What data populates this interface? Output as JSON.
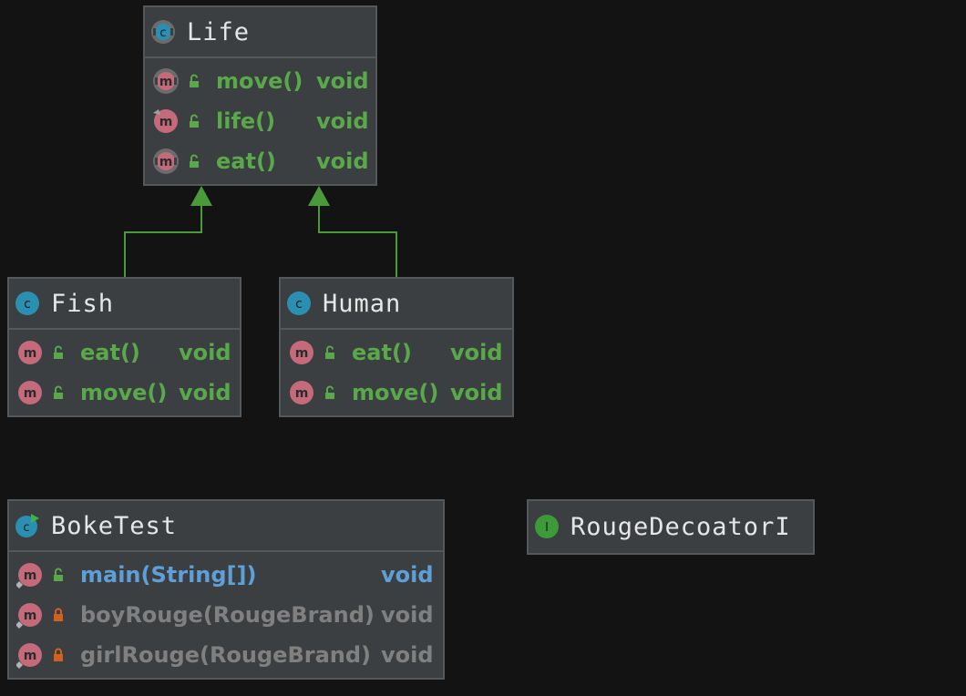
{
  "colors": {
    "background": "#131314",
    "box_fill": "#3c3f41",
    "box_border": "#55585a",
    "class_icon": "#2a8fb0",
    "interface_icon": "#3d9a38",
    "method_icon": "#c46a7a",
    "public_text": "#59a84a",
    "private_text": "#808080",
    "static_text": "#5f9fd8",
    "lock_private": "#d0611f",
    "edge": "#4a9a3a"
  },
  "classes": {
    "life": {
      "name": "Life",
      "kind": "abstract-class-icon",
      "members": [
        {
          "name": "move()",
          "type": "void",
          "visibility": "public",
          "icon": "abstract-method-icon"
        },
        {
          "name": "life()",
          "type": "void",
          "visibility": "public",
          "icon": "method-icon"
        },
        {
          "name": "eat()",
          "type": "void",
          "visibility": "public",
          "icon": "abstract-method-icon"
        }
      ]
    },
    "fish": {
      "name": "Fish",
      "kind": "class-icon",
      "members": [
        {
          "name": "eat()",
          "type": "void",
          "visibility": "public",
          "icon": "method-icon"
        },
        {
          "name": "move()",
          "type": "void",
          "visibility": "public",
          "icon": "method-icon"
        }
      ]
    },
    "human": {
      "name": "Human",
      "kind": "class-icon",
      "members": [
        {
          "name": "eat()",
          "type": "void",
          "visibility": "public",
          "icon": "method-icon"
        },
        {
          "name": "move()",
          "type": "void",
          "visibility": "public",
          "icon": "method-icon"
        }
      ]
    },
    "boketest": {
      "name": "BokeTest",
      "kind": "runnable-class-icon",
      "members": [
        {
          "name": "main(String[])",
          "type": "void",
          "visibility": "public",
          "icon": "static-method-icon"
        },
        {
          "name": "boyRouge(RougeBrand)",
          "type": "void",
          "visibility": "private",
          "icon": "static-method-icon"
        },
        {
          "name": "girlRouge(RougeBrand)",
          "type": "void",
          "visibility": "private",
          "icon": "static-method-icon"
        }
      ]
    },
    "rouge": {
      "name": "RougeDecoatorI",
      "kind": "interface-icon",
      "members": []
    }
  },
  "edges": [
    {
      "from": "Fish",
      "to": "Life",
      "kind": "inheritance"
    },
    {
      "from": "Human",
      "to": "Life",
      "kind": "inheritance"
    }
  ]
}
